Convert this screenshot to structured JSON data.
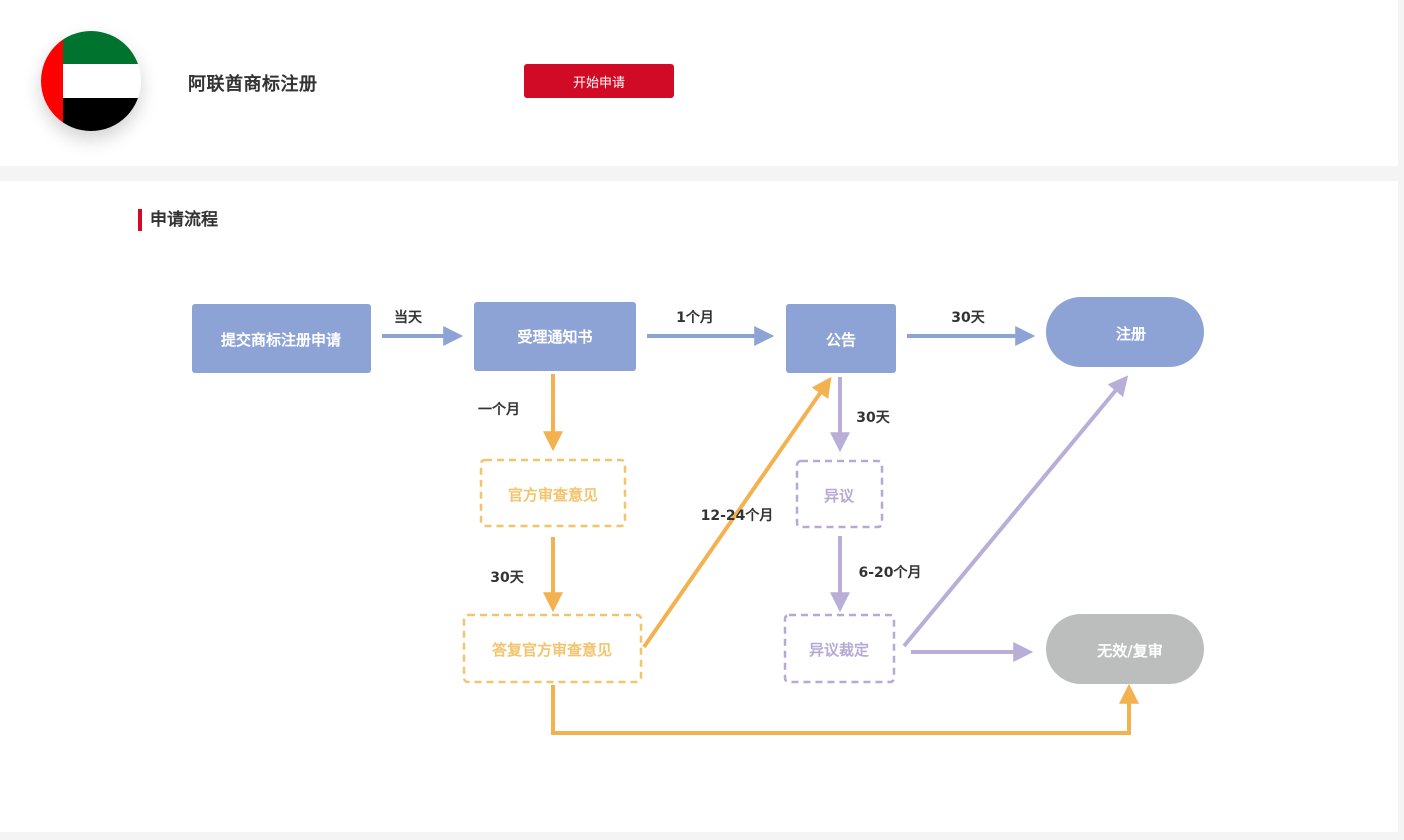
{
  "header": {
    "title": "阿联酋商标注册",
    "apply_label": "开始申请",
    "flag": {
      "green": "#00732f",
      "white": "#ffffff",
      "black": "#000000",
      "red": "#ff0000"
    }
  },
  "section": {
    "title": "申请流程"
  },
  "colors": {
    "blue": "#8da3d5",
    "orange": "#f3b24f",
    "orange_text": "#f2c46d",
    "purple": "#b9aed8",
    "purple_text": "#b7a9d6",
    "gray": "#bcbebd",
    "accent": "#d10b25"
  },
  "nodes": {
    "submit": "提交商标注册申请",
    "acceptance": "受理通知书",
    "publication": "公告",
    "registration": "注册",
    "examination": "官方审查意见",
    "reply": "答复官方审查意见",
    "opposition": "异议",
    "ruling": "异议裁定",
    "invalid": "无效/复审"
  },
  "edges": {
    "same_day": "当天",
    "one_month": "1个月",
    "thirty_days_top": "30天",
    "one_month_cn": "一个月",
    "thirty_days_exam": "30天",
    "months_12_24": "12-24个月",
    "thirty_days_opp": "30天",
    "months_6_20": "6-20个月"
  }
}
